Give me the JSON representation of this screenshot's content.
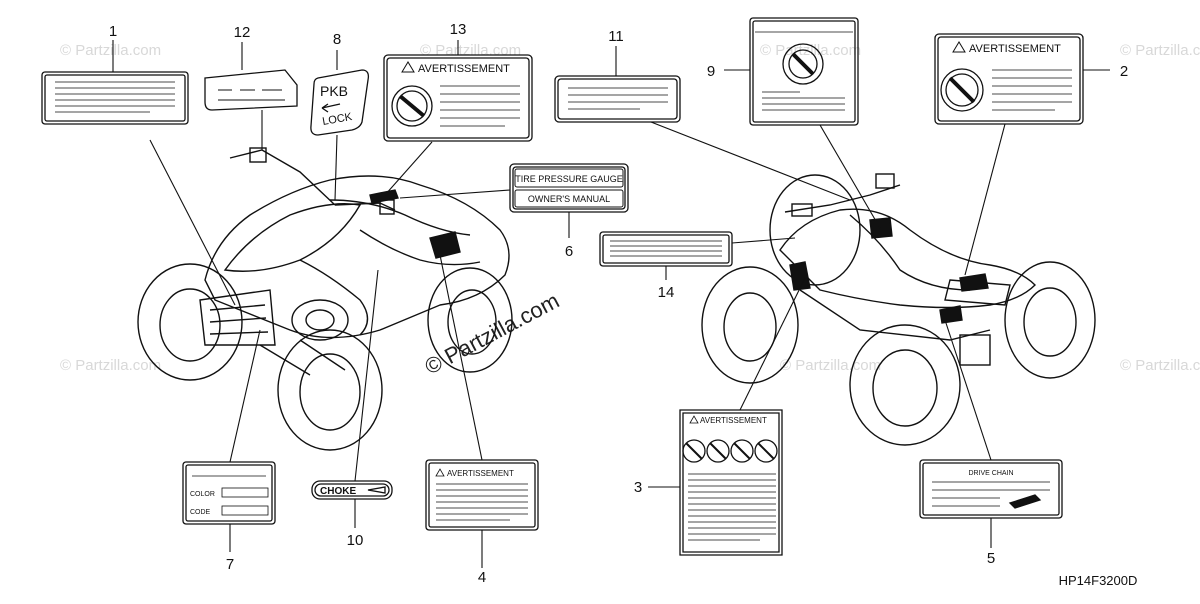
{
  "callouts": [
    "1",
    "2",
    "3",
    "4",
    "5",
    "6",
    "7",
    "8",
    "9",
    "10",
    "11",
    "12",
    "13",
    "14"
  ],
  "labels": {
    "avertissement": "AVERTISSEMENT",
    "tire_pressure_gauge": "TIRE PRESSURE GAUGE",
    "owners_manual": "OWNER'S MANUAL",
    "pkb": "PKB",
    "lock": "LOCK",
    "choke": "CHOKE",
    "color": "COLOR",
    "code": "CODE",
    "drive_chain": "DRIVE CHAIN"
  },
  "watermark": {
    "center": "© Partzilla.com",
    "repeat": "© Partzilla.com"
  },
  "diagram_code": "HP14F3200D"
}
